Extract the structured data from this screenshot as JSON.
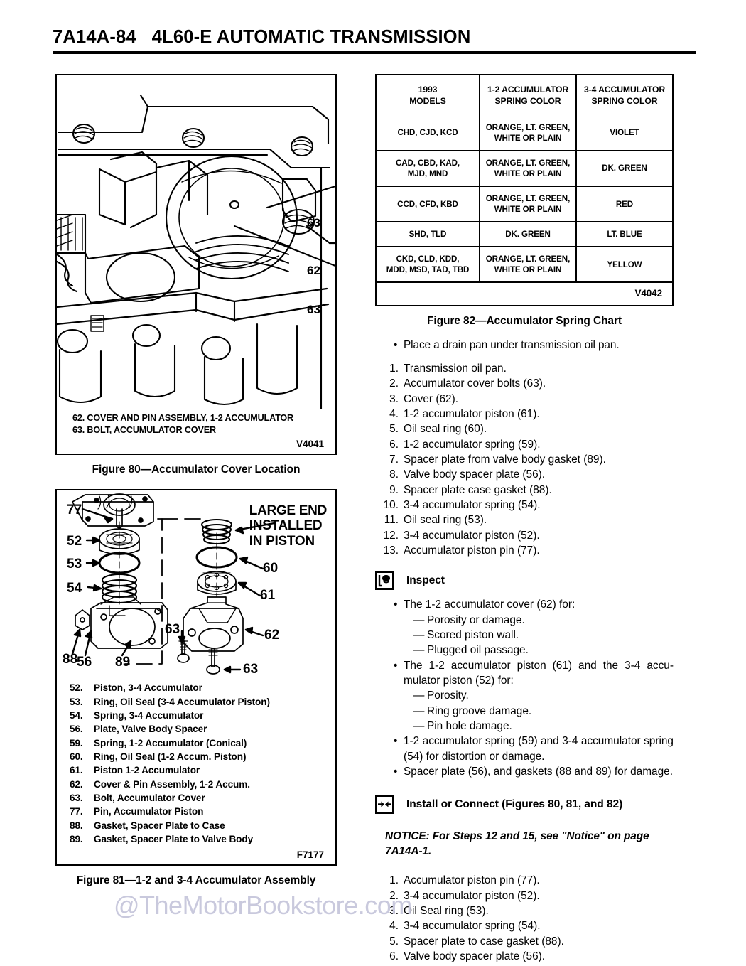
{
  "header": {
    "page_number": "7A14A-84",
    "title": "4L60-E AUTOMATIC TRANSMISSION",
    "full": "7A14A-84   4L60-E AUTOMATIC TRANSMISSION"
  },
  "figure80": {
    "legend": [
      "62. COVER AND PIN ASSEMBLY, 1-2 ACCUMULATOR",
      "63. BOLT, ACCUMULATOR COVER"
    ],
    "art_code": "V4041",
    "caption": "Figure 80—Accumulator Cover Location",
    "callouts": [
      "63",
      "62",
      "63"
    ]
  },
  "figure81": {
    "note": "LARGE END\nINSTALLED\nIN PISTON",
    "note_lines": [
      "LARGE END",
      "INSTALLED",
      "IN PISTON"
    ],
    "callouts": [
      "77",
      "52",
      "53",
      "54",
      "88",
      "56",
      "89",
      "63",
      "60",
      "61",
      "62",
      "63"
    ],
    "legend": [
      {
        "num": "52.",
        "text": "Piston, 3-4 Accumulator"
      },
      {
        "num": "53.",
        "text": "Ring, Oil Seal (3-4 Accumulator Piston)"
      },
      {
        "num": "54.",
        "text": "Spring, 3-4 Accumulator"
      },
      {
        "num": "56.",
        "text": "Plate, Valve Body Spacer"
      },
      {
        "num": "59.",
        "text": "Spring, 1-2 Accumulator (Conical)"
      },
      {
        "num": "60.",
        "text": "Ring, Oil Seal (1-2 Accum. Piston)"
      },
      {
        "num": "61.",
        "text": "Piston 1-2 Accumulator"
      },
      {
        "num": "62.",
        "text": "Cover & Pin Assembly, 1-2 Accum."
      },
      {
        "num": "63.",
        "text": "Bolt, Accumulator Cover"
      },
      {
        "num": "77.",
        "text": "Pin, Accumulator Piston"
      },
      {
        "num": "88.",
        "text": "Gasket, Spacer Plate to Case"
      },
      {
        "num": "89.",
        "text": "Gasket, Spacer Plate to Valve Body"
      }
    ],
    "art_code": "F7177",
    "caption": "Figure 81—1-2 and 3-4 Accumulator Assembly"
  },
  "figure82": {
    "caption": "Figure 82—Accumulator Spring Chart",
    "art_code": "V4042",
    "headers": [
      "1993\nMODELS",
      "1-2 ACCUMULATOR\nSPRING COLOR",
      "3-4 ACCUMULATOR\nSPRING COLOR"
    ],
    "headers_split": [
      [
        "1993",
        "MODELS"
      ],
      [
        "1-2 ACCUMULATOR",
        "SPRING COLOR"
      ],
      [
        "3-4 ACCUMULATOR",
        "SPRING COLOR"
      ]
    ],
    "rows": [
      {
        "models": [
          "CHD, CJD, KCD"
        ],
        "spring_12": [
          "ORANGE, LT. GREEN,",
          "WHITE OR PLAIN"
        ],
        "spring_34": [
          "VIOLET"
        ]
      },
      {
        "models": [
          "CAD, CBD, KAD,",
          "MJD, MND"
        ],
        "spring_12": [
          "ORANGE, LT. GREEN,",
          "WHITE OR PLAIN"
        ],
        "spring_34": [
          "DK. GREEN"
        ]
      },
      {
        "models": [
          "CCD, CFD, KBD"
        ],
        "spring_12": [
          "ORANGE, LT. GREEN,",
          "WHITE OR PLAIN"
        ],
        "spring_34": [
          "RED"
        ]
      },
      {
        "models": [
          "SHD, TLD"
        ],
        "spring_12": [
          "DK. GREEN"
        ],
        "spring_34": [
          "LT. BLUE"
        ]
      },
      {
        "models": [
          "CKD, CLD, KDD,",
          "MDD, MSD, TAD, TBD"
        ],
        "spring_12": [
          "ORANGE, LT. GREEN,",
          "WHITE OR PLAIN"
        ],
        "spring_34": [
          "YELLOW"
        ]
      }
    ]
  },
  "remove_section": {
    "bullet": "Place a drain pan under transmission oil pan.",
    "steps": [
      {
        "n": "1.",
        "text": "Transmission oil pan."
      },
      {
        "n": "2.",
        "text": "Accumulator cover bolts (63)."
      },
      {
        "n": "3.",
        "text": "Cover (62)."
      },
      {
        "n": "4.",
        "text": "1-2 accumulator piston (61)."
      },
      {
        "n": "5.",
        "text": "Oil seal ring (60)."
      },
      {
        "n": "6.",
        "text": "1-2 accumulator spring (59)."
      },
      {
        "n": "7.",
        "text": "Spacer plate from valve body gasket (89)."
      },
      {
        "n": "8.",
        "text": "Valve body spacer plate (56)."
      },
      {
        "n": "9.",
        "text": "Spacer plate case gasket (88)."
      },
      {
        "n": "10.",
        "text": "3-4 accumulator spring (54)."
      },
      {
        "n": "11.",
        "text": "Oil seal ring (53)."
      },
      {
        "n": "12.",
        "text": "3-4 accumulator piston (52)."
      },
      {
        "n": "13.",
        "text": "Accumulator piston pin (77)."
      }
    ]
  },
  "inspect_section": {
    "heading": "Inspect",
    "icon": "inspect-eye-icon",
    "items": [
      {
        "text": "The 1-2 accumulator cover (62) for:",
        "subs": [
          "Porosity or damage.",
          "Scored piston wall.",
          "Plugged oil passage."
        ]
      },
      {
        "text": "The 1-2 accumulator piston (61) and the 3-4 accu-mulator piston (52) for:",
        "subs": [
          "Porosity.",
          "Ring groove damage.",
          "Pin hole damage."
        ]
      },
      {
        "text": "1-2 accumulator spring (59) and 3-4 accumulator spring (54) for distortion or damage.",
        "subs": []
      },
      {
        "text": "Spacer plate (56), and gaskets (88 and 89) for damage.",
        "subs": []
      }
    ]
  },
  "install_section": {
    "heading": "Install or Connect (Figures 80, 81, and 82)",
    "icon": "install-connect-arrows-icon",
    "notice": "NOTICE: For Steps 12 and 15, see \"Notice\" on page 7A14A-1.",
    "steps": [
      {
        "n": "1.",
        "text": "Accumulator piston pin (77)."
      },
      {
        "n": "2.",
        "text": "3-4 accumulator piston (52)."
      },
      {
        "n": "3.",
        "text": "Oil Seal ring (53)."
      },
      {
        "n": "4.",
        "text": "3-4 accumulator spring (54)."
      },
      {
        "n": "5.",
        "text": "Spacer plate to case gasket (88)."
      },
      {
        "n": "6.",
        "text": "Valve body spacer plate (56)."
      }
    ]
  },
  "watermark": {
    "text": "@TheMotorBookstore.com",
    "color": "#c9c9dd"
  }
}
